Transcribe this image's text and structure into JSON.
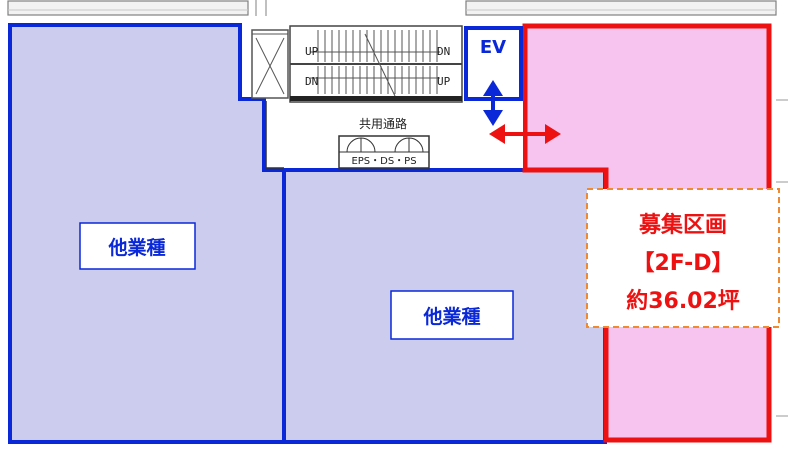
{
  "floorplan": {
    "rooms": {
      "left_tenant": {
        "label": "他業種",
        "fill": "#ccccee",
        "stroke": "#0a28d8"
      },
      "center_tenant": {
        "label": "他業種",
        "fill": "#ccccee",
        "stroke": "#0a28d8"
      },
      "recruit_area": {
        "fill": "#f7c4f0",
        "stroke": "#ee1111",
        "lines": [
          "募集区画",
          "【2F-D】",
          "約36.02坪"
        ],
        "text_color": "#ee1111"
      }
    },
    "ev": {
      "label": "EV",
      "stroke": "#0a28d8",
      "text_color": "#0a28d8"
    },
    "stairs": {
      "up_top": "UP",
      "dn_top": "DN",
      "dn_bottom": "DN",
      "up_bottom": "UP"
    },
    "corridor": {
      "label": "共用通路"
    },
    "shaft": {
      "label": "EPS・DS・PS"
    },
    "arrows": {
      "vertical_color": "#0a28d8",
      "horizontal_color": "#ee1111"
    }
  }
}
